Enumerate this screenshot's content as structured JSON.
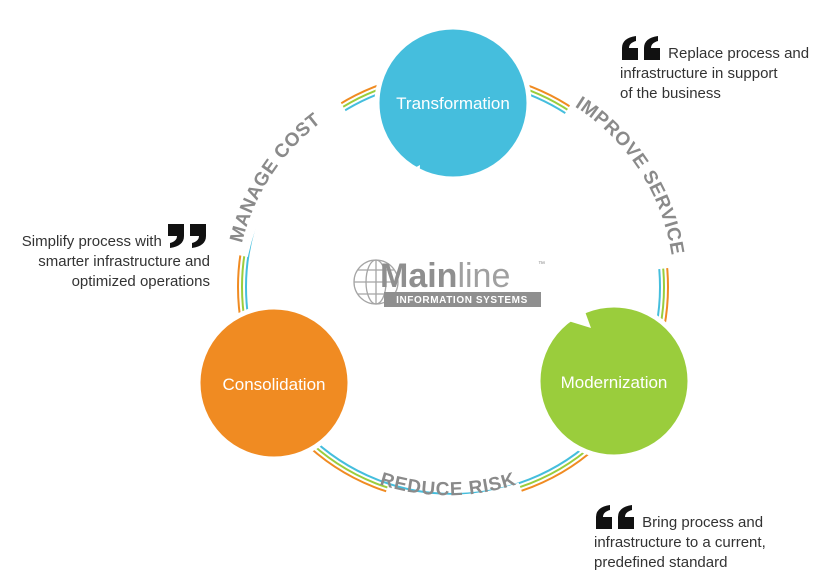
{
  "nodes": {
    "transformation": {
      "label": "Transformation",
      "color": "#45BEDD"
    },
    "modernization": {
      "label": "Modernization",
      "color": "#9ACD3C"
    },
    "consolidation": {
      "label": "Consolidation",
      "color": "#F08B22"
    }
  },
  "arcs": {
    "left": "MANAGE COST",
    "right": "IMPROVE SERVICE",
    "bottom": "REDUCE RISK"
  },
  "ring_colors": [
    "#45BEDD",
    "#9ACD3C",
    "#F08B22"
  ],
  "logo": {
    "brand_bold": "Main",
    "brand_light": "line",
    "trademark": "™",
    "subtitle": "INFORMATION SYSTEMS",
    "icon": "globe-icon"
  },
  "quotes": {
    "top_right": {
      "line1": "Replace process and",
      "line2": "infrastructure in support",
      "line3": "of the business"
    },
    "left": {
      "line1": "Simplify process with",
      "line2": "smarter infrastructure and",
      "line3": "optimized operations"
    },
    "bottom_right": {
      "line1": "Bring process and",
      "line2": "infrastructure to a current,",
      "line3": "predefined standard"
    }
  },
  "quote_mark_color": "#111111",
  "icons": [
    "open-quote-icon",
    "close-quote-icon",
    "globe-icon"
  ]
}
